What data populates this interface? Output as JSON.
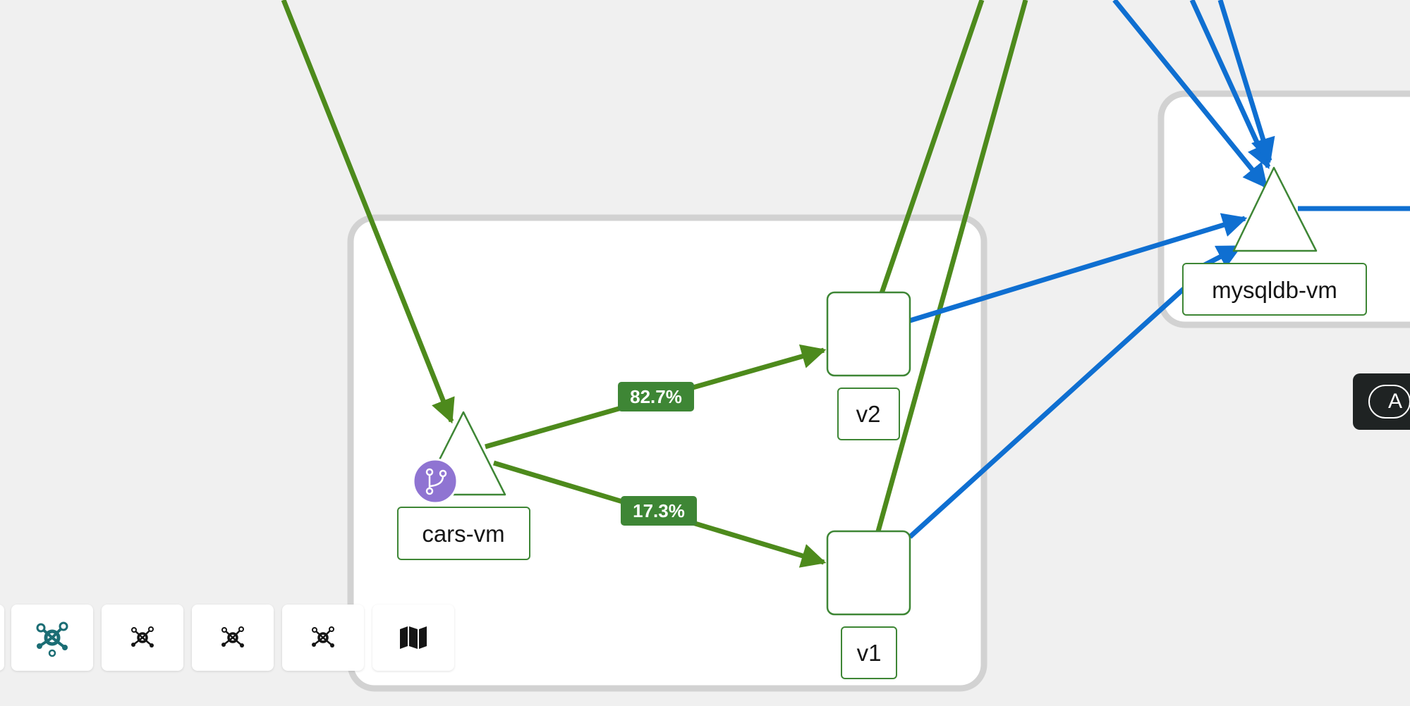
{
  "graph": {
    "nodes": {
      "cars_vm": {
        "label": "cars-vm"
      },
      "mysqldb_vm": {
        "label": "mysqldb-vm"
      },
      "v2": {
        "label": "v2"
      },
      "v1": {
        "label": "v1"
      }
    },
    "edges": {
      "to_v2_pct": "82.7%",
      "to_v1_pct": "17.3%"
    },
    "colors": {
      "healthy_edge": "#4d8a1c",
      "tcp_edge": "#0f6fd1",
      "node_border": "#3e8635",
      "group_border": "#d2d2d2",
      "badge_purple": "#8f74d2"
    }
  },
  "toolbar": {
    "buttons": [
      {
        "name": "layout-default-icon",
        "active": true
      },
      {
        "name": "layout-1-icon",
        "active": false
      },
      {
        "name": "layout-2-icon",
        "active": false
      },
      {
        "name": "layout-3-icon",
        "active": false
      },
      {
        "name": "map-icon",
        "active": false
      }
    ]
  },
  "hide_button": {
    "label": "A"
  }
}
